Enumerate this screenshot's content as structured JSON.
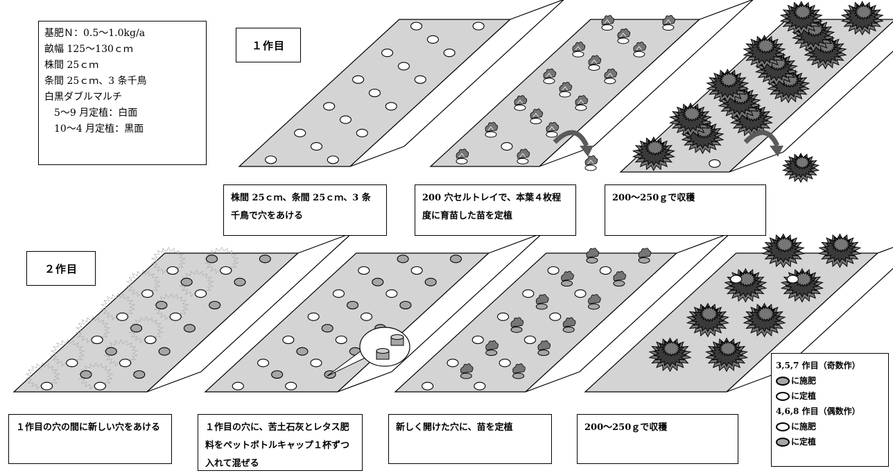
{
  "specs": {
    "lines": [
      "基肥Ｎ：0.5～1.0kg/a",
      "畝幅 125～130ｃｍ",
      "株間 25ｃｍ",
      "条間 25ｃｍ、3 条千鳥",
      "白黒ダブルマルチ",
      "　5～9 月定植：白面",
      "　10～4 月定植：黒面"
    ]
  },
  "crop1": {
    "title": "１作目",
    "captions": [
      "株間 25ｃｍ、条間 25ｃｍ、3 条千鳥で穴をあける",
      "200 穴セルトレイで、本葉４枚程度に育苗した苗を定植",
      "200～250ｇで収穫"
    ]
  },
  "crop2": {
    "title": "２作目",
    "captions": [
      "１作目の穴の間に新しい穴をあける",
      "１作目の穴に、苦土石灰とレタス肥料をペットボトルキャップ１杯ずつ入れて混ぜる",
      "新しく開けた穴に、苗を定植",
      "200～250ｇで収穫"
    ]
  },
  "legend": {
    "odd_header": "3,5,7 作目（奇数作）",
    "odd_fertilize": "に施肥",
    "odd_plant": "に定植",
    "even_header": "4,6,8 作目（偶数作）",
    "even_fertilize": "に施肥",
    "even_plant": "に定植"
  },
  "colors": {
    "bed_top": "#d4d4d4",
    "bed_side": "#ffffff",
    "hole_white": "#ffffff",
    "hole_gray": "#a6a6a6",
    "lettuce_dark": "#3a3a3a",
    "lettuce_mid": "#767676",
    "arrow": "#5a5a5a"
  }
}
